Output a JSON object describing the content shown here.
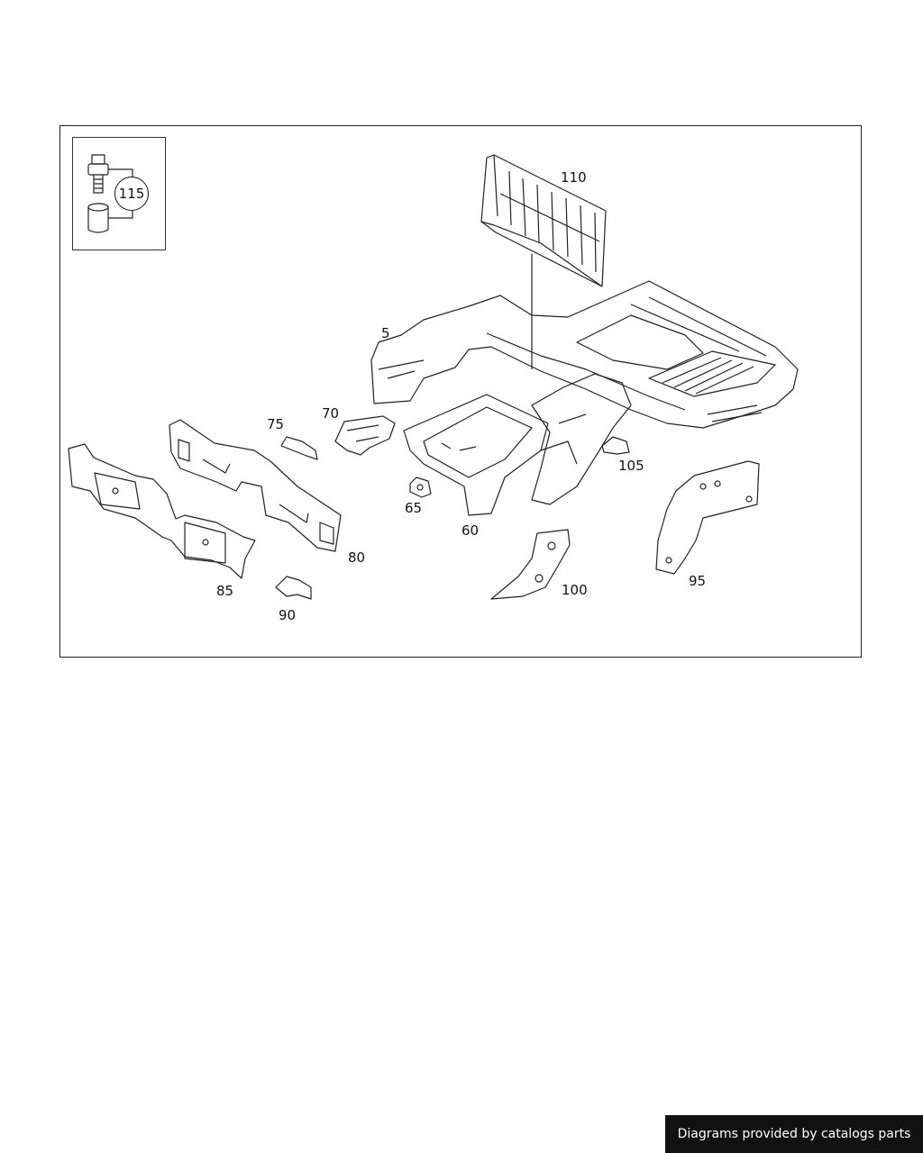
{
  "diagram": {
    "callouts": {
      "c5": "5",
      "c60": "60",
      "c65": "65",
      "c70": "70",
      "c75": "75",
      "c80": "80",
      "c85": "85",
      "c90": "90",
      "c95": "95",
      "c100": "100",
      "c105": "105",
      "c110": "110",
      "c115": "115"
    }
  },
  "watermark": {
    "text": "Diagrams provided by catalogs parts"
  },
  "colors": {
    "line": "#222222",
    "background": "#ffffff",
    "watermark_bg": "#111111",
    "watermark_text": "#ffffff"
  }
}
